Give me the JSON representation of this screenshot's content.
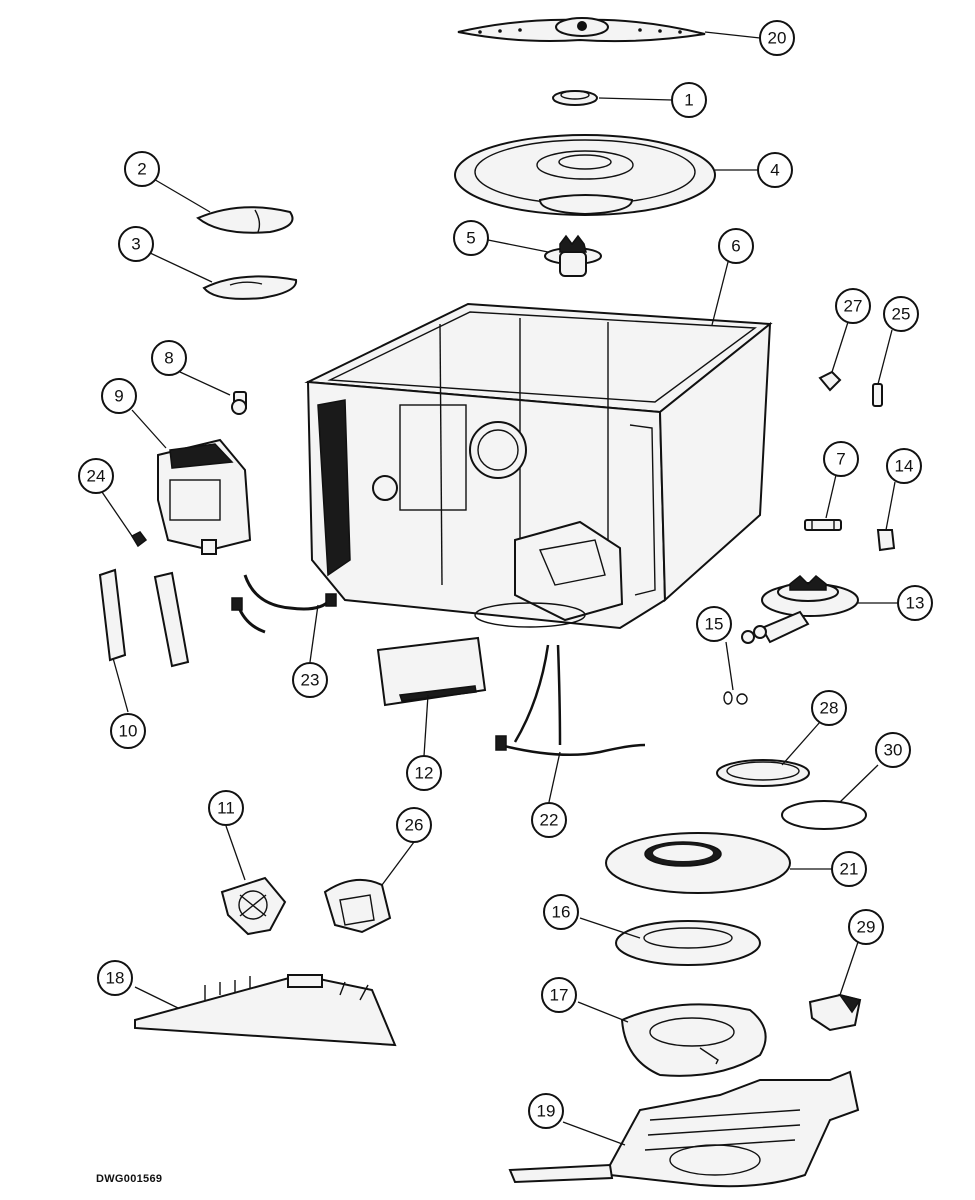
{
  "drawing": {
    "id": "DWG001569"
  },
  "callouts": [
    {
      "n": "20"
    },
    {
      "n": "1"
    },
    {
      "n": "4"
    },
    {
      "n": "2"
    },
    {
      "n": "3"
    },
    {
      "n": "5"
    },
    {
      "n": "6"
    },
    {
      "n": "27"
    },
    {
      "n": "25"
    },
    {
      "n": "8"
    },
    {
      "n": "9"
    },
    {
      "n": "24"
    },
    {
      "n": "7"
    },
    {
      "n": "14"
    },
    {
      "n": "13"
    },
    {
      "n": "15"
    },
    {
      "n": "23"
    },
    {
      "n": "10"
    },
    {
      "n": "12"
    },
    {
      "n": "22"
    },
    {
      "n": "28"
    },
    {
      "n": "30"
    },
    {
      "n": "21"
    },
    {
      "n": "11"
    },
    {
      "n": "26"
    },
    {
      "n": "16"
    },
    {
      "n": "29"
    },
    {
      "n": "18"
    },
    {
      "n": "17"
    },
    {
      "n": "19"
    }
  ]
}
